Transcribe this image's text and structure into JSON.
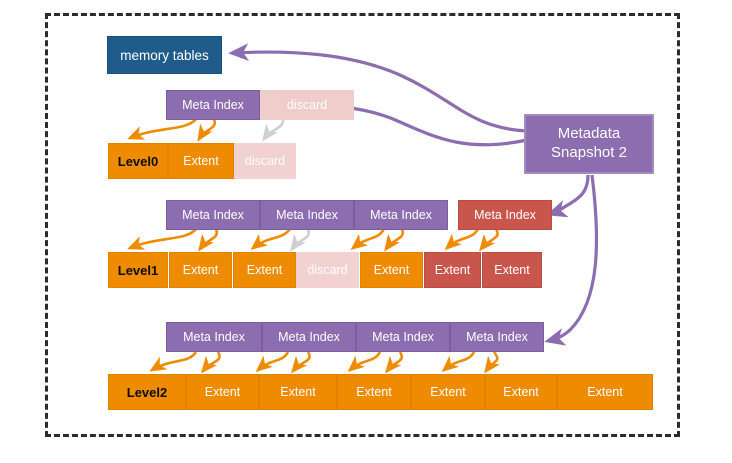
{
  "diagram": {
    "title_frame": "lsm-tree-metadata-snapshot-diagram",
    "colors": {
      "memtable_blue": "#1f5c8b",
      "meta_purple": "#8c6daf",
      "meta_red": "#c9564c",
      "extent_orange": "#ef8b00",
      "discard_pink": "#f2d2d1",
      "discard_meta_pink": "#eecdcb",
      "arrow_purple": "#8c6daf",
      "arrow_orange": "#ef8b00",
      "arrow_gray": "#cfcfcf",
      "frame_dash": "#2b2b2b"
    },
    "memory_tables": {
      "label": "memory tables"
    },
    "snapshot": {
      "line1": "Metadata",
      "line2": "Snapshot 2"
    },
    "level0": {
      "meta": [
        {
          "label": "Meta Index",
          "kind": "purple"
        },
        {
          "label": "discard",
          "kind": "discard"
        }
      ],
      "cells": [
        {
          "label": "Level0",
          "kind": "level"
        },
        {
          "label": "Extent",
          "kind": "orange"
        },
        {
          "label": "discard",
          "kind": "discard"
        }
      ]
    },
    "level1": {
      "meta": [
        {
          "label": "Meta Index",
          "kind": "purple"
        },
        {
          "label": "Meta Index",
          "kind": "purple"
        },
        {
          "label": "Meta Index",
          "kind": "purple"
        },
        {
          "label": "Meta Index",
          "kind": "red"
        }
      ],
      "cells": [
        {
          "label": "Level1",
          "kind": "level"
        },
        {
          "label": "Extent",
          "kind": "orange"
        },
        {
          "label": "Extent",
          "kind": "orange"
        },
        {
          "label": "discard",
          "kind": "discard"
        },
        {
          "label": "Extent",
          "kind": "orange"
        },
        {
          "label": "Extent",
          "kind": "red"
        },
        {
          "label": "Extent",
          "kind": "red"
        }
      ]
    },
    "level2": {
      "meta": [
        {
          "label": "Meta Index",
          "kind": "purple"
        },
        {
          "label": "Meta Index",
          "kind": "purple"
        },
        {
          "label": "Meta Index",
          "kind": "purple"
        },
        {
          "label": "Meta Index",
          "kind": "purple"
        }
      ],
      "cells": [
        {
          "label": "Level2",
          "kind": "level"
        },
        {
          "label": "Extent",
          "kind": "orange"
        },
        {
          "label": "Extent",
          "kind": "orange"
        },
        {
          "label": "Extent",
          "kind": "orange"
        },
        {
          "label": "Extent",
          "kind": "orange"
        },
        {
          "label": "Extent",
          "kind": "orange"
        },
        {
          "label": "Extent",
          "kind": "orange"
        }
      ]
    }
  }
}
